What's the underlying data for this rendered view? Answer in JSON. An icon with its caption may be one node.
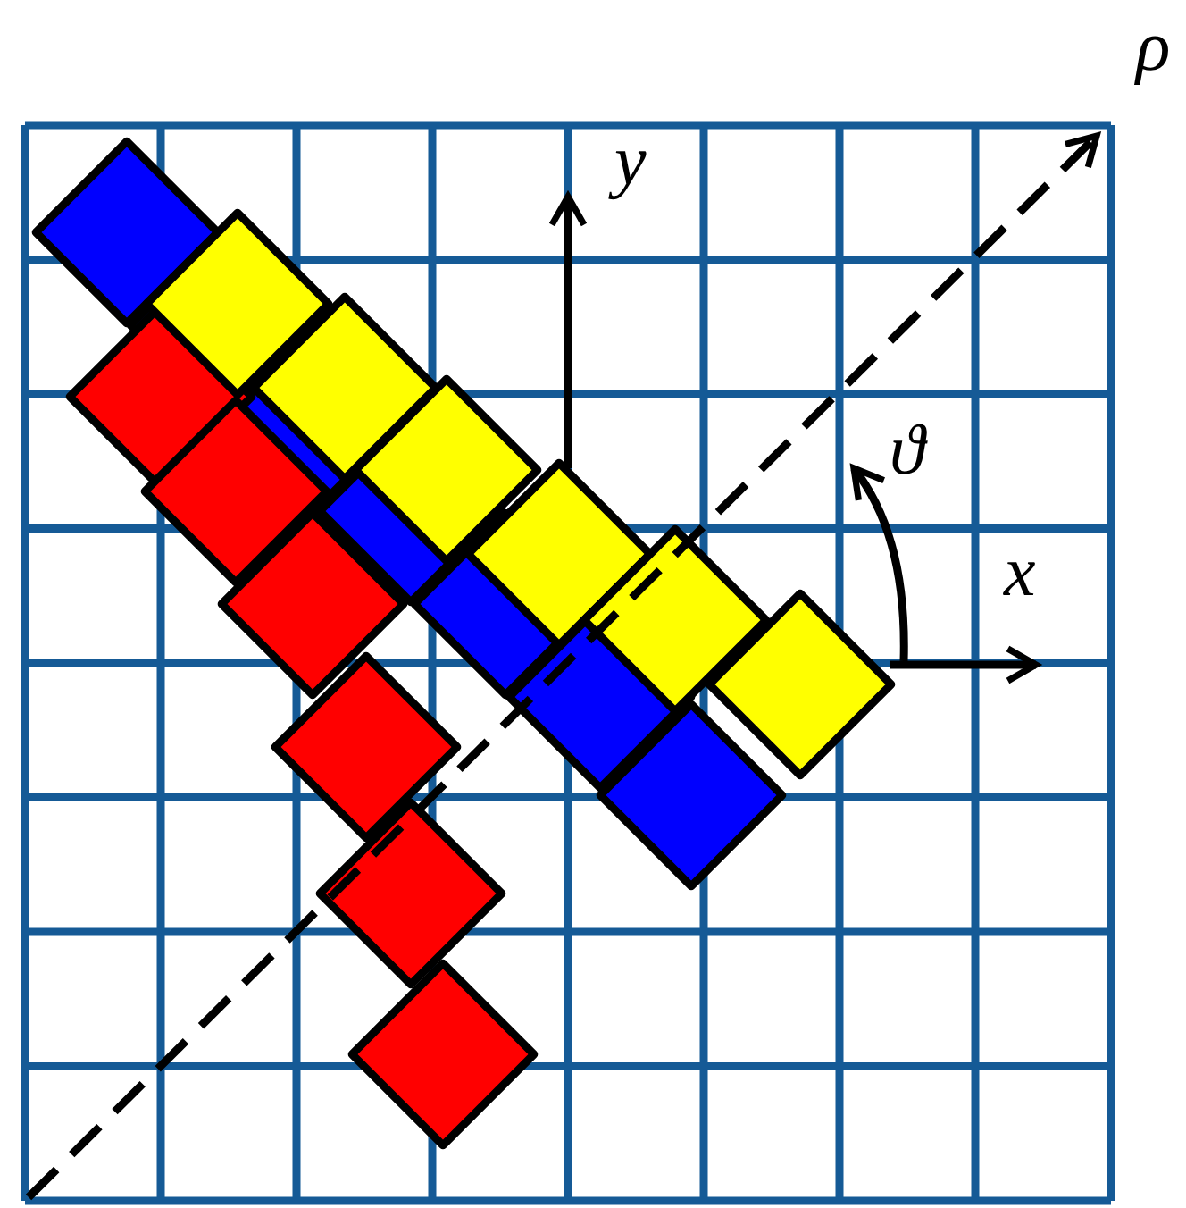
{
  "diagram": {
    "labels": [
      "ρ",
      "y",
      "ϑ",
      "x"
    ]
  }
}
